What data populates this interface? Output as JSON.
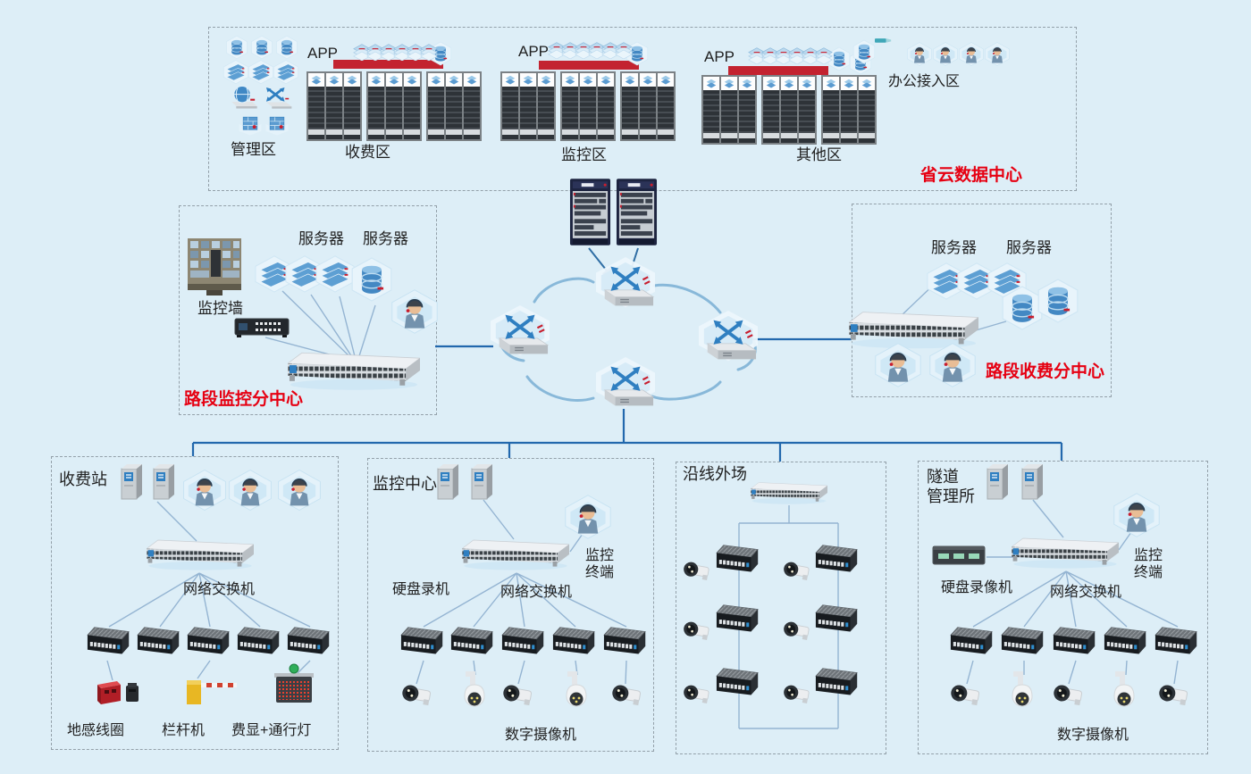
{
  "top_box": {
    "title": "省云数据中心",
    "app_label": "APP",
    "zone_management": "管理区",
    "zone_toll": "收费区",
    "zone_monitoring": "监控区",
    "zone_other": "其他区",
    "zone_office": "办公接入区"
  },
  "left_center": {
    "title": "路段监控分中心",
    "wall_label": "监控墙",
    "server_label_a": "服务器",
    "server_label_b": "服务器"
  },
  "right_center": {
    "title": "路段收费分中心",
    "server_label_a": "服务器",
    "server_label_b": "服务器"
  },
  "toll_station": {
    "title": "收费站",
    "switch_label": "网络交换机",
    "coil_label": "地感线圈",
    "barrier_label": "栏杆机",
    "light_label": "费显+通行灯"
  },
  "monitoring_center": {
    "title": "监控中心",
    "recorder_label": "硬盘录机",
    "switch_label": "网络交换机",
    "terminal_label": "监控\n终端",
    "camera_label": "数字摄像机"
  },
  "roadside": {
    "title": "沿线外场"
  },
  "tunnel": {
    "title": "隧道\n管理所",
    "recorder_label": "硬盘录像机",
    "switch_label": "网络交换机",
    "terminal_label": "监控\n终端",
    "camera_label": "数字摄像机"
  },
  "colors": {
    "accent_red": "#e60012",
    "bus_blue": "#2268ad",
    "background": "#ddeef7"
  }
}
